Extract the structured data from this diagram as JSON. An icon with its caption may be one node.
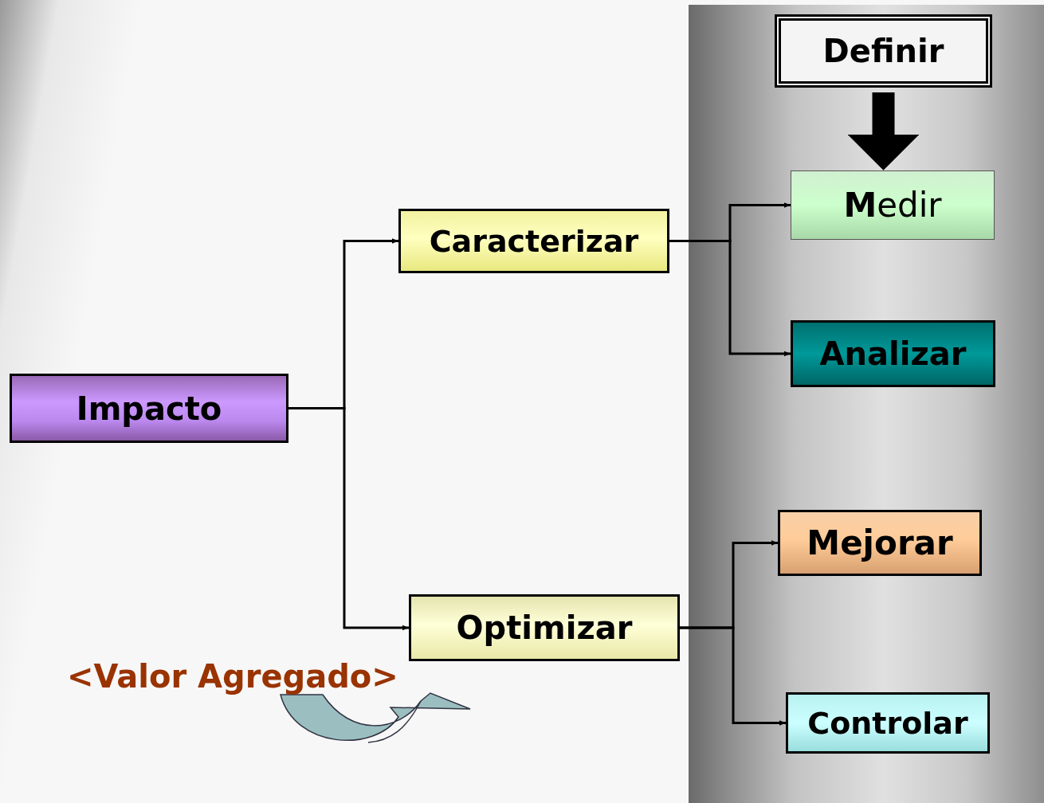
{
  "diagram": {
    "nodes": [
      {
        "text": [
          "Impacto"
        ]
      },
      {
        "text": [
          "Caracterizar"
        ]
      },
      {
        "text": [
          "Optimizar"
        ]
      },
      {
        "text": [
          "Definir"
        ]
      },
      {
        "text": [
          "**M**edir"
        ]
      },
      {
        "text": [
          "Analizar"
        ]
      },
      {
        "text": [
          "Mejorar"
        ]
      },
      {
        "text": [
          "Controlar"
        ]
      }
    ],
    "edges": [
      {
        "from": 0,
        "to": 1,
        "arrow": "to"
      },
      {
        "from": 0,
        "to": 2,
        "arrow": "to"
      },
      {
        "from": 1,
        "to": 4,
        "arrow": "to"
      },
      {
        "from": 1,
        "to": 5,
        "arrow": "to"
      },
      {
        "from": 2,
        "to": 6,
        "arrow": "to"
      },
      {
        "from": 2,
        "to": 7,
        "arrow": "to"
      },
      {
        "from": 3,
        "to": 4,
        "arrow": "to",
        "style": "thick"
      }
    ],
    "labels": [
      "<Valor Agregado>"
    ]
  }
}
